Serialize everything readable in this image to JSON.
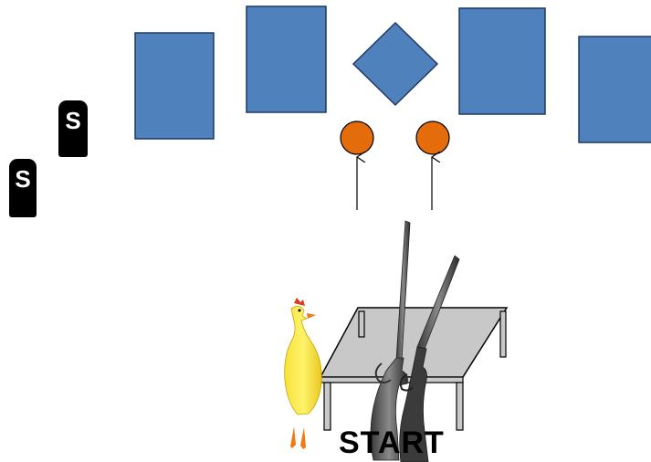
{
  "start_label": "START",
  "markers": [
    {
      "letter": "S"
    },
    {
      "letter": "S"
    }
  ],
  "targets": {
    "count_rectangles": 4,
    "count_diamonds": 1,
    "color": "#4f81bd",
    "outline": "#1f3864"
  },
  "shot_circles": {
    "count": 2,
    "color": "#e46c0a"
  },
  "props": [
    "table",
    "rifle",
    "shotgun",
    "rubber-chicken"
  ]
}
